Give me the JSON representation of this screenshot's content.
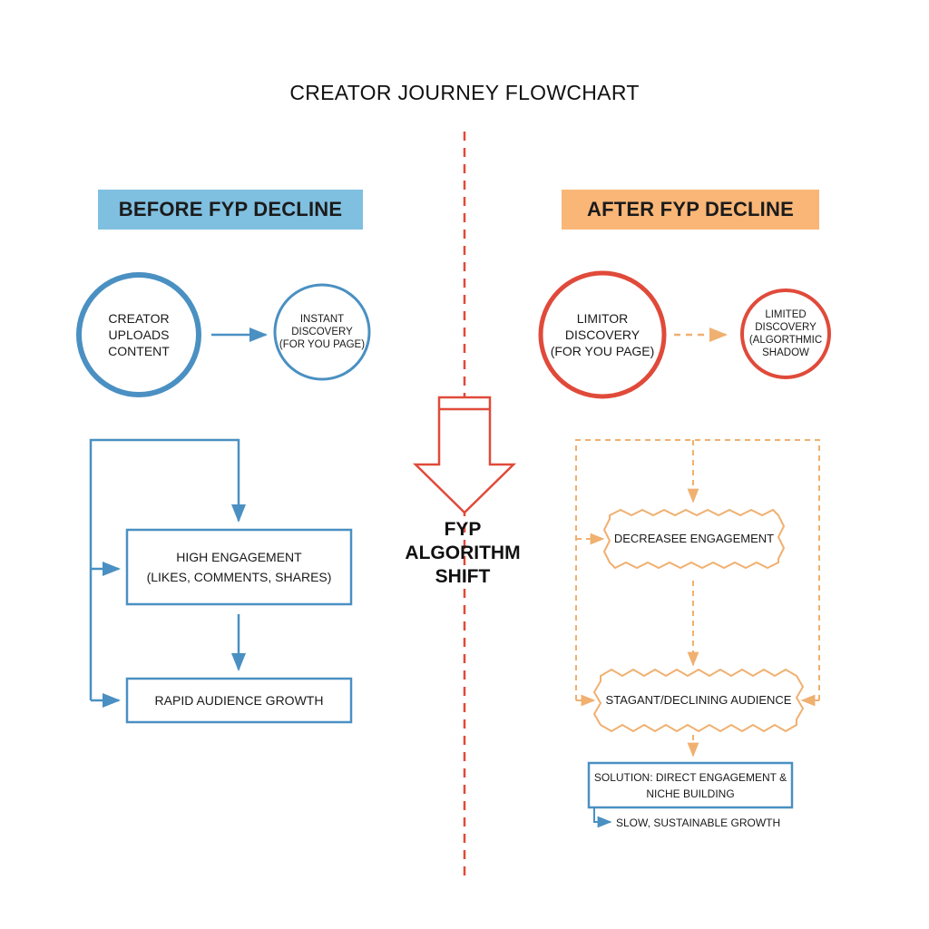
{
  "title": "CREATOR JOURNEY FLOWCHART",
  "center": {
    "shift_lines": [
      "FYP",
      "ALGORITHM",
      "SHIFT"
    ]
  },
  "before": {
    "banner": "BEFORE FYP DECLINE",
    "creator_lines": [
      "CREATOR",
      "UPLOADS",
      "CONTENT"
    ],
    "discovery_lines": [
      "INSTANT",
      "DISCOVERY",
      "(FOR YOU PAGE)"
    ],
    "engagement_lines": [
      "HIGH ENGAGEMENT",
      "(LIKES, COMMENTS, SHARES)"
    ],
    "growth": "RAPID AUDIENCE GROWTH"
  },
  "after": {
    "banner": "AFTER FYP DECLINE",
    "limitor_lines": [
      "LIMITOR",
      "DISCOVERY",
      "(FOR YOU PAGE)"
    ],
    "limited_lines": [
      "LIMITED",
      "DISCOVERY",
      "(ALGORTHMIC",
      "SHADOW"
    ],
    "engagement": "DECREASEE ENGAGEMENT",
    "audience": "STAGANT/DECLINING AUDIENCE",
    "solution_lines": [
      "SOLUTION: DIRECT ENGAGEMENT &",
      "NICHE BUILDING"
    ],
    "growth": "SLOW, SUSTAINABLE GROWTH"
  },
  "colors": {
    "blue": "#4a90c2",
    "red": "#e04a3a",
    "orange": "#f0b070",
    "banner_blue": "#7fbfe0",
    "banner_orange": "#f9b677"
  }
}
